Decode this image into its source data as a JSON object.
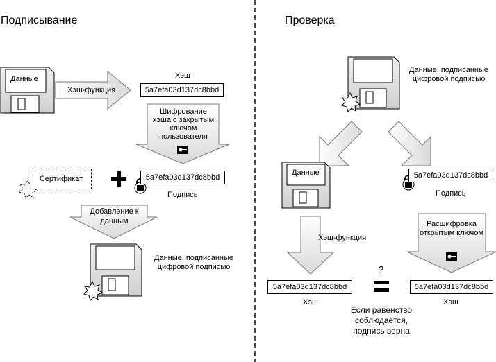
{
  "left": {
    "title": "Подписывание",
    "data_label": "Данные",
    "hash_function_label": "Хэш-функция",
    "hash_caption": "Хэш",
    "hash_value": "5a7efa03d137dc8bbd",
    "encrypt_step": [
      "Шифрование",
      "хэша с закрытым",
      "ключом",
      "пользователя"
    ],
    "certificate_label": "Сертификат",
    "signature_value": "5a7efa03d137dc8bbd",
    "signature_caption": "Подпись",
    "append_step": [
      "Добавление к",
      "данным"
    ],
    "signed_data_caption": [
      "Данные, подписанные",
      "цифровой подписью"
    ]
  },
  "right": {
    "title": "Проверка",
    "signed_data_caption": [
      "Данные, подписанные",
      "цифровой подписью"
    ],
    "data_label": "Данные",
    "signature_value": "5a7efa03d137dc8bbd",
    "signature_caption": "Подпись",
    "hash_function_label": "Хэш-функция",
    "decrypt_step": [
      "Расшифровка",
      "открытым ключом"
    ],
    "question_mark": "?",
    "hash_value_left": "5a7efa03d137dc8bbd",
    "hash_caption_left": "Хэш",
    "hash_value_right": "5a7efa03d137dc8bbd",
    "hash_caption_right": "Хэш",
    "conclusion": [
      "Если равенство",
      "соблюдается,",
      "подпись верна"
    ]
  }
}
